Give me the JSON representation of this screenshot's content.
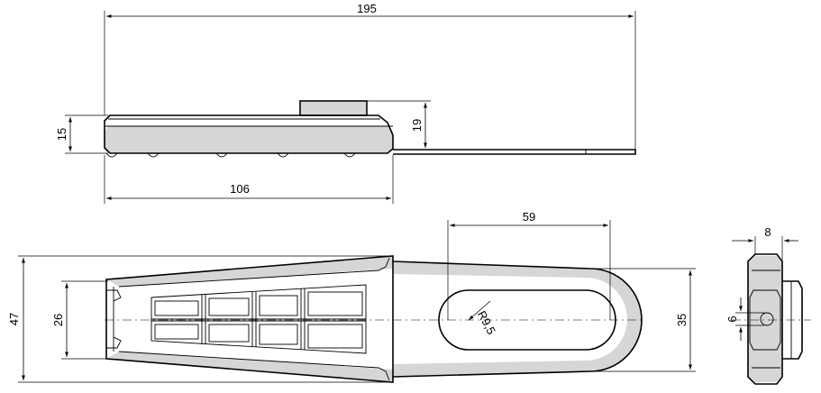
{
  "dimensions": {
    "overall_length": "195",
    "body_height": "15",
    "total_height": "19",
    "body_length": "106",
    "slot_length": "59",
    "radius": "R9,5",
    "total_width": "47",
    "inner_width": "26",
    "arm_width": "35",
    "end_width": "8",
    "hole_diameter": "6"
  }
}
